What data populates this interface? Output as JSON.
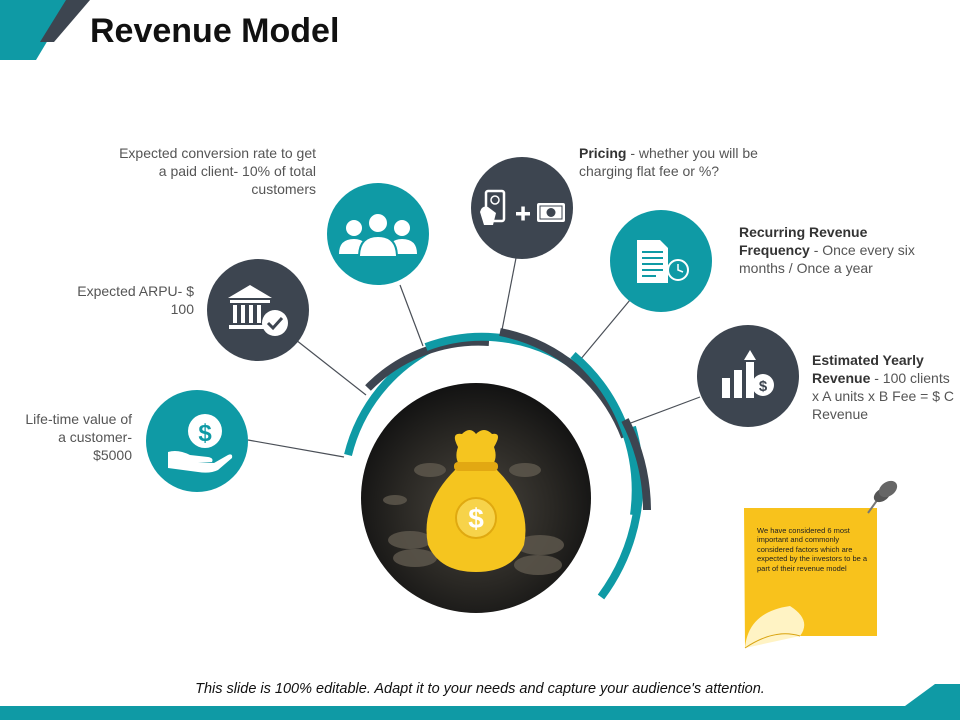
{
  "page_title": "Revenue Model",
  "colors": {
    "teal": "#0f9aa5",
    "dark": "#3d4550",
    "sticky": "#f8c21c"
  },
  "factors": [
    {
      "id": "lifetime",
      "icon": "hand-dollar-icon",
      "label": "Life-time value of a customer- $5000"
    },
    {
      "id": "arpu",
      "icon": "bank-check-icon",
      "label": "Expected ARPU- $ 100"
    },
    {
      "id": "conversion",
      "icon": "people-group-icon",
      "label": "Expected conversion rate to get a paid client- 10% of total customers"
    },
    {
      "id": "pricing",
      "icon": "phone-plus-money-icon",
      "label_bold": "Pricing",
      "label_rest": " - whether you will be charging flat fee or %?"
    },
    {
      "id": "recurring",
      "icon": "document-clock-icon",
      "label_bold": "Recurring Revenue Frequency",
      "label_rest": " - Once every six months / Once a year"
    },
    {
      "id": "yearly",
      "icon": "growth-chart-dollar-icon",
      "label_bold": "Estimated Yearly Revenue",
      "label_rest": " - 100 clients x A units x B Fee = $ C Revenue"
    }
  ],
  "center_icon": "money-bag-icon",
  "note": "We have considered 6 most important and commonly considered factors which are expected by the investors to be a part of their revenue model",
  "footer": "This slide is 100% editable. Adapt it to your needs and capture your audience's attention."
}
